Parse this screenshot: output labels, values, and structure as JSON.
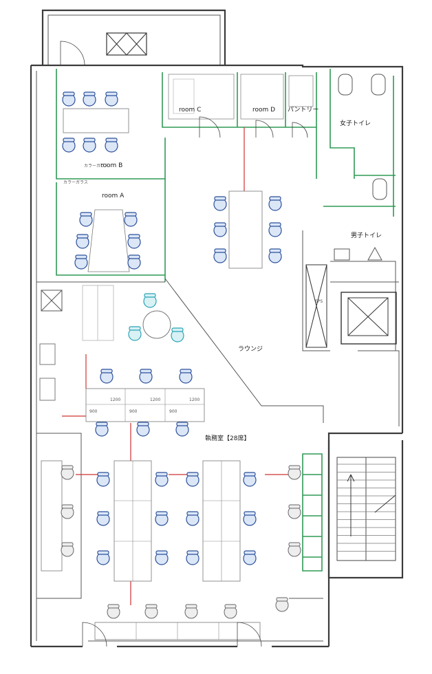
{
  "rooms": {
    "room_c": "room C",
    "room_d": "room D",
    "pantry": "パントリー",
    "womens_toilet": "女子トイレ",
    "mens_toilet": "男子トイレ",
    "room_b": "room B",
    "room_a": "room A",
    "color_glass_1": "カラーガラス",
    "color_glass_2": "カラーガラス",
    "eps": "EPS",
    "lounge": "ラウンジ",
    "office": "執務室【28席】"
  },
  "desk_dims": [
    "1200",
    "1200",
    "1200"
  ],
  "desk_dims_lower": [
    "900",
    "900",
    "900"
  ],
  "colors": {
    "wall": "#3a3a3a",
    "partition": "#2e9a55",
    "dimension": "#d03030",
    "chair": "#2b4f9a",
    "lounge_chair": "#2aa3b5"
  },
  "icons": [
    "elevator-icon",
    "stairs-icon",
    "toilet-icon",
    "door-swing-icon"
  ]
}
